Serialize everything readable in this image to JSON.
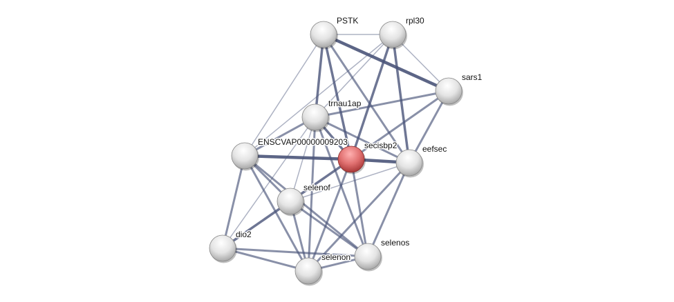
{
  "nodes": [
    {
      "id": "PSTK",
      "label": "PSTK",
      "query": false
    },
    {
      "id": "rpl30",
      "label": "rpl30",
      "query": false
    },
    {
      "id": "sars1",
      "label": "sars1",
      "query": false
    },
    {
      "id": "trnau1ap",
      "label": "trnau1ap",
      "query": false
    },
    {
      "id": "ENSC",
      "label": "ENSCVAP00000009203",
      "query": false
    },
    {
      "id": "secisbp2",
      "label": "secisbp2",
      "query": true
    },
    {
      "id": "eefsec",
      "label": "eefsec",
      "query": false
    },
    {
      "id": "selenof",
      "label": "selenof",
      "query": false
    },
    {
      "id": "dio2",
      "label": "dio2",
      "query": false
    },
    {
      "id": "selenon",
      "label": "selenon",
      "query": false
    },
    {
      "id": "selenos",
      "label": "selenos",
      "query": false
    }
  ],
  "edges": [
    [
      "PSTK",
      "rpl30",
      1
    ],
    [
      "PSTK",
      "sars1",
      4
    ],
    [
      "PSTK",
      "trnau1ap",
      3
    ],
    [
      "PSTK",
      "ENSC",
      1
    ],
    [
      "PSTK",
      "secisbp2",
      3
    ],
    [
      "PSTK",
      "eefsec",
      2
    ],
    [
      "rpl30",
      "sars1",
      1
    ],
    [
      "rpl30",
      "secisbp2",
      3
    ],
    [
      "rpl30",
      "eefsec",
      3
    ],
    [
      "rpl30",
      "trnau1ap",
      1
    ],
    [
      "rpl30",
      "ENSC",
      1
    ],
    [
      "sars1",
      "trnau1ap",
      2
    ],
    [
      "sars1",
      "secisbp2",
      2
    ],
    [
      "sars1",
      "eefsec",
      2
    ],
    [
      "trnau1ap",
      "ENSC",
      2
    ],
    [
      "trnau1ap",
      "secisbp2",
      3
    ],
    [
      "trnau1ap",
      "eefsec",
      2
    ],
    [
      "trnau1ap",
      "selenof",
      1
    ],
    [
      "trnau1ap",
      "selenon",
      2
    ],
    [
      "trnau1ap",
      "selenos",
      2
    ],
    [
      "trnau1ap",
      "dio2",
      1
    ],
    [
      "ENSC",
      "secisbp2",
      4
    ],
    [
      "ENSC",
      "selenof",
      2
    ],
    [
      "ENSC",
      "dio2",
      2
    ],
    [
      "ENSC",
      "selenon",
      2
    ],
    [
      "ENSC",
      "selenos",
      2
    ],
    [
      "secisbp2",
      "eefsec",
      4
    ],
    [
      "secisbp2",
      "selenof",
      3
    ],
    [
      "secisbp2",
      "selenon",
      2
    ],
    [
      "secisbp2",
      "selenos",
      2
    ],
    [
      "eefsec",
      "selenof",
      1
    ],
    [
      "eefsec",
      "selenon",
      2
    ],
    [
      "eefsec",
      "selenos",
      2
    ],
    [
      "selenof",
      "dio2",
      3
    ],
    [
      "selenof",
      "selenon",
      2
    ],
    [
      "selenof",
      "selenos",
      2
    ],
    [
      "dio2",
      "selenon",
      2
    ],
    [
      "dio2",
      "selenos",
      2
    ],
    [
      "selenon",
      "selenos",
      2
    ]
  ],
  "colors": {
    "edge": "#4a5479",
    "node": "#e0e0e0",
    "query_node": "#e06a6a"
  }
}
